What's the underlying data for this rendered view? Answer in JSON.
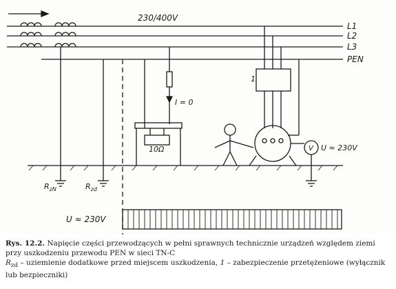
{
  "diagram": {
    "supply_voltage": "230/400V",
    "conductors": [
      "L1",
      "L2",
      "L3",
      "PEN"
    ],
    "current_label": "I = 0",
    "resistor_label": "10Ω",
    "protection_label": "1",
    "earth_left_label": "R",
    "earth_left_sub": "zN",
    "earth_right_label": "R",
    "earth_right_sub": "zd",
    "meter_symbol": "V",
    "meter_reading": "U ≈ 230V",
    "bar_label": "U ≈ 230V"
  },
  "caption": {
    "number": "Rys. 12.2.",
    "title": "Napięcie części przewodzących w pełni sprawnych technicznie urządzeń względem ziemi przy uszkodzeniu przewodu PEN w sieci TN-C",
    "legend_sym": "R",
    "legend_sub": "zd",
    "legend_text": " – uziemienie dodatkowe przed miejscem uszkodzenia, ",
    "legend_num": "1",
    "legend_text2": " – zabezpieczenie przetężeniowe (wyłącznik lub bezpieczniki)"
  },
  "colors": {
    "ink": "#1a1a1a",
    "paper": "#fdfdfb"
  }
}
